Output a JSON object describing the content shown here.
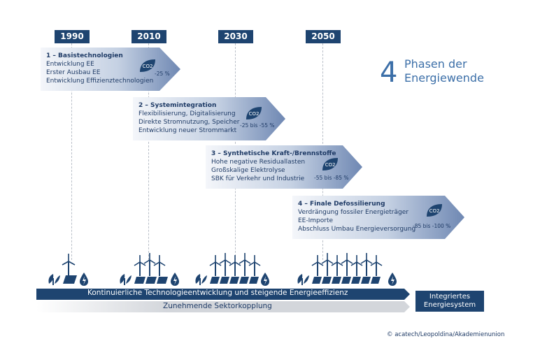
{
  "years": [
    "1990",
    "2010",
    "2030",
    "2050"
  ],
  "title": {
    "number": "4",
    "line1": "Phasen der",
    "line2": "Energiewende"
  },
  "phases": [
    {
      "title": "1 – Basistechnologien",
      "items": [
        "Entwicklung EE",
        "Erster Ausbau EE",
        "Entwicklung Effizienztechnologien"
      ],
      "co2_label": "CO2",
      "reduction": "-25 %"
    },
    {
      "title": "2 – Systemintegration",
      "items": [
        "Flexibilisierung, Digitalisierung",
        "Direkte Stromnutzung, Speicher",
        "Entwicklung neuer Strommarkt"
      ],
      "co2_label": "CO2",
      "reduction": "-25 bis -55 %"
    },
    {
      "title": "3 – Synthetische Kraft-/Brennstoffe",
      "items": [
        "Hohe negative Residuallasten",
        "Großskalige Elektrolyse",
        "SBK für Verkehr und Industrie"
      ],
      "co2_label": "CO2",
      "reduction": "-55 bis -85 %"
    },
    {
      "title": "4 – Finale Defossilierung",
      "items": [
        "Verdrängung fossiler Energieträger",
        "EE-Importe",
        "Abschluss Umbau Energieversorgung"
      ],
      "co2_label": "CO2",
      "reduction": "-85 bis -100 %"
    }
  ],
  "bars": {
    "top": "Kontinuierliche Technologieentwicklung und steigende Energieeffizienz",
    "bottom": "Zunehmende Sektorkopplung",
    "end_line1": "Integriertes",
    "end_line2": "Energiesystem"
  },
  "icons": [
    "plant-icon",
    "solar-panel-icon",
    "wind-turbine-icon",
    "electricity-drop-icon"
  ],
  "copyright": "© acatech/Leopoldina/Akademienunion",
  "colors": {
    "navy": "#1e4470",
    "arrow_light": "#c5d1e3",
    "arrow_dark": "#6f88b3",
    "gray_bar": "#d3d6db"
  }
}
